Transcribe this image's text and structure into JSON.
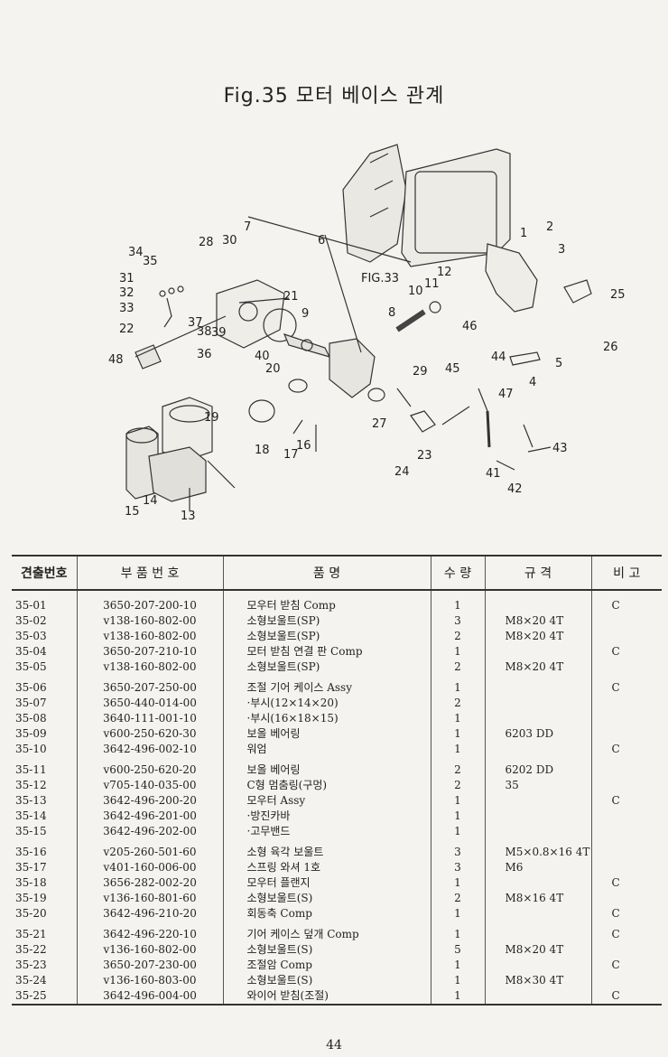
{
  "title": "Fig.35 모터 베이스 관계",
  "diagram": {
    "labels": [
      "1",
      "2",
      "3",
      "4",
      "5",
      "6",
      "7",
      "8",
      "9",
      "10",
      "11",
      "12",
      "13",
      "14",
      "15",
      "16",
      "17",
      "18",
      "19",
      "20",
      "21",
      "22",
      "23",
      "24",
      "25",
      "26",
      "27",
      "28",
      "29",
      "30",
      "31",
      "32",
      "33",
      "34",
      "35",
      "36",
      "37",
      "38",
      "39",
      "40",
      "41",
      "42",
      "43",
      "44",
      "45",
      "46",
      "47",
      "48",
      "FIG.33"
    ]
  },
  "table": {
    "headers": [
      "견출번호",
      "부 품 번 호",
      "품 명",
      "수 량",
      "규 격",
      "비 고"
    ],
    "rows": [
      {
        "no": "35-01",
        "part": "3650-207-200-10",
        "name": "모우터 받침 Comp",
        "qty": "1",
        "spec": "",
        "remark": "C"
      },
      {
        "no": "35-02",
        "part": "v138-160-802-00",
        "name": "소형보울트(SP)",
        "qty": "3",
        "spec": "M8×20 4T",
        "remark": ""
      },
      {
        "no": "35-03",
        "part": "v138-160-802-00",
        "name": "소형보울트(SP)",
        "qty": "2",
        "spec": "M8×20 4T",
        "remark": ""
      },
      {
        "no": "35-04",
        "part": "3650-207-210-10",
        "name": "모터 받침 연결 판 Comp",
        "qty": "1",
        "spec": "",
        "remark": "C"
      },
      {
        "no": "35-05",
        "part": "v138-160-802-00",
        "name": "소형보울트(SP)",
        "qty": "2",
        "spec": "M8×20 4T",
        "remark": ""
      },
      {
        "no": "35-06",
        "part": "3650-207-250-00",
        "name": "조절 기어 케이스 Assy",
        "qty": "1",
        "spec": "",
        "remark": "C"
      },
      {
        "no": "35-07",
        "part": "3650-440-014-00",
        "name": "·부시(12×14×20)",
        "qty": "2",
        "spec": "",
        "remark": ""
      },
      {
        "no": "35-08",
        "part": "3640-111-001-10",
        "name": "·부시(16×18×15)",
        "qty": "1",
        "spec": "",
        "remark": ""
      },
      {
        "no": "35-09",
        "part": "v600-250-620-30",
        "name": "보올 베어링",
        "qty": "1",
        "spec": "6203 DD",
        "remark": ""
      },
      {
        "no": "35-10",
        "part": "3642-496-002-10",
        "name": "워엄",
        "qty": "1",
        "spec": "",
        "remark": "C"
      },
      {
        "no": "35-11",
        "part": "v600-250-620-20",
        "name": "보올 베어링",
        "qty": "2",
        "spec": "6202 DD",
        "remark": ""
      },
      {
        "no": "35-12",
        "part": "v705-140-035-00",
        "name": "C형 멈춤링(구멍)",
        "qty": "2",
        "spec": "35",
        "remark": ""
      },
      {
        "no": "35-13",
        "part": "3642-496-200-20",
        "name": "모우터 Assy",
        "qty": "1",
        "spec": "",
        "remark": "C"
      },
      {
        "no": "35-14",
        "part": "3642-496-201-00",
        "name": "·방진카바",
        "qty": "1",
        "spec": "",
        "remark": ""
      },
      {
        "no": "35-15",
        "part": "3642-496-202-00",
        "name": "·고무밴드",
        "qty": "1",
        "spec": "",
        "remark": ""
      },
      {
        "no": "35-16",
        "part": "v205-260-501-60",
        "name": "소형 육각 보울트",
        "qty": "3",
        "spec": "M5×0.8×16 4T",
        "remark": ""
      },
      {
        "no": "35-17",
        "part": "v401-160-006-00",
        "name": "스프링 와셔 1호",
        "qty": "3",
        "spec": "M6",
        "remark": ""
      },
      {
        "no": "35-18",
        "part": "3656-282-002-20",
        "name": "모우터 플랜지",
        "qty": "1",
        "spec": "",
        "remark": "C"
      },
      {
        "no": "35-19",
        "part": "v136-160-801-60",
        "name": "소형보울트(S)",
        "qty": "2",
        "spec": "M8×16 4T",
        "remark": ""
      },
      {
        "no": "35-20",
        "part": "3642-496-210-20",
        "name": "회동축 Comp",
        "qty": "1",
        "spec": "",
        "remark": "C"
      },
      {
        "no": "35-21",
        "part": "3642-496-220-10",
        "name": "기어 케이스 덮개 Comp",
        "qty": "1",
        "spec": "",
        "remark": "C"
      },
      {
        "no": "35-22",
        "part": "v136-160-802-00",
        "name": "소형보울트(S)",
        "qty": "5",
        "spec": "M8×20 4T",
        "remark": ""
      },
      {
        "no": "35-23",
        "part": "3650-207-230-00",
        "name": "조절암 Comp",
        "qty": "1",
        "spec": "",
        "remark": "C"
      },
      {
        "no": "35-24",
        "part": "v136-160-803-00",
        "name": "소형보울트(S)",
        "qty": "1",
        "spec": "M8×30 4T",
        "remark": ""
      },
      {
        "no": "35-25",
        "part": "3642-496-004-00",
        "name": "와이어 받침(조절)",
        "qty": "1",
        "spec": "",
        "remark": "C"
      }
    ]
  },
  "page_number": "44"
}
